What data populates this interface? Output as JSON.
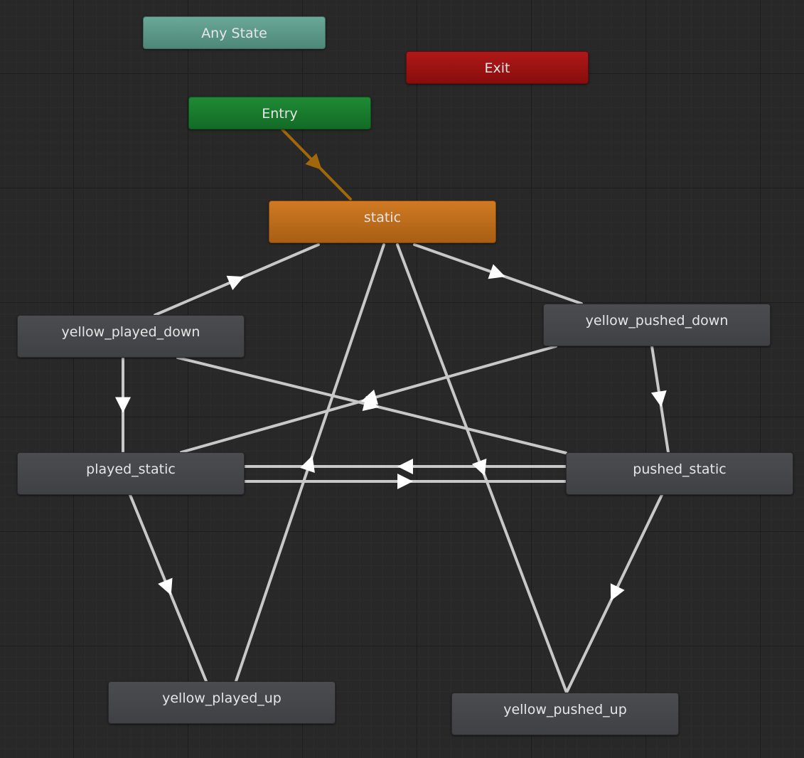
{
  "graph": {
    "nodes": {
      "any_state": "Any State",
      "exit": "Exit",
      "entry": "Entry",
      "static": "static",
      "yellow_played_down": "yellow_played_down",
      "yellow_pushed_down": "yellow_pushed_down",
      "played_static": "played_static",
      "pushed_static": "pushed_static",
      "yellow_played_up": "yellow_played_up",
      "yellow_pushed_up": "yellow_pushed_up"
    },
    "transitions": [
      {
        "from": "entry",
        "to": "static",
        "kind": "default"
      },
      {
        "from": "yellow_played_down",
        "to": "static"
      },
      {
        "from": "static",
        "to": "yellow_pushed_down"
      },
      {
        "from": "yellow_played_down",
        "to": "played_static"
      },
      {
        "from": "yellow_played_down",
        "to": "pushed_static"
      },
      {
        "from": "yellow_pushed_down",
        "to": "played_static"
      },
      {
        "from": "yellow_pushed_down",
        "to": "pushed_static"
      },
      {
        "from": "pushed_static",
        "to": "played_static"
      },
      {
        "from": "played_static",
        "to": "pushed_static"
      },
      {
        "from": "played_static",
        "to": "yellow_played_up"
      },
      {
        "from": "yellow_played_up",
        "to": "static"
      },
      {
        "from": "static",
        "to": "yellow_pushed_up"
      },
      {
        "from": "pushed_static",
        "to": "yellow_pushed_up"
      }
    ],
    "colors": {
      "background": "#282828",
      "state": "#46474a",
      "any_state": "#5c9888",
      "exit": "#9e1414",
      "entry": "#1a7a2e",
      "default_state": "#bd6c1c",
      "transition": "#c8c8c8",
      "entry_transition": "#a0680a"
    }
  }
}
